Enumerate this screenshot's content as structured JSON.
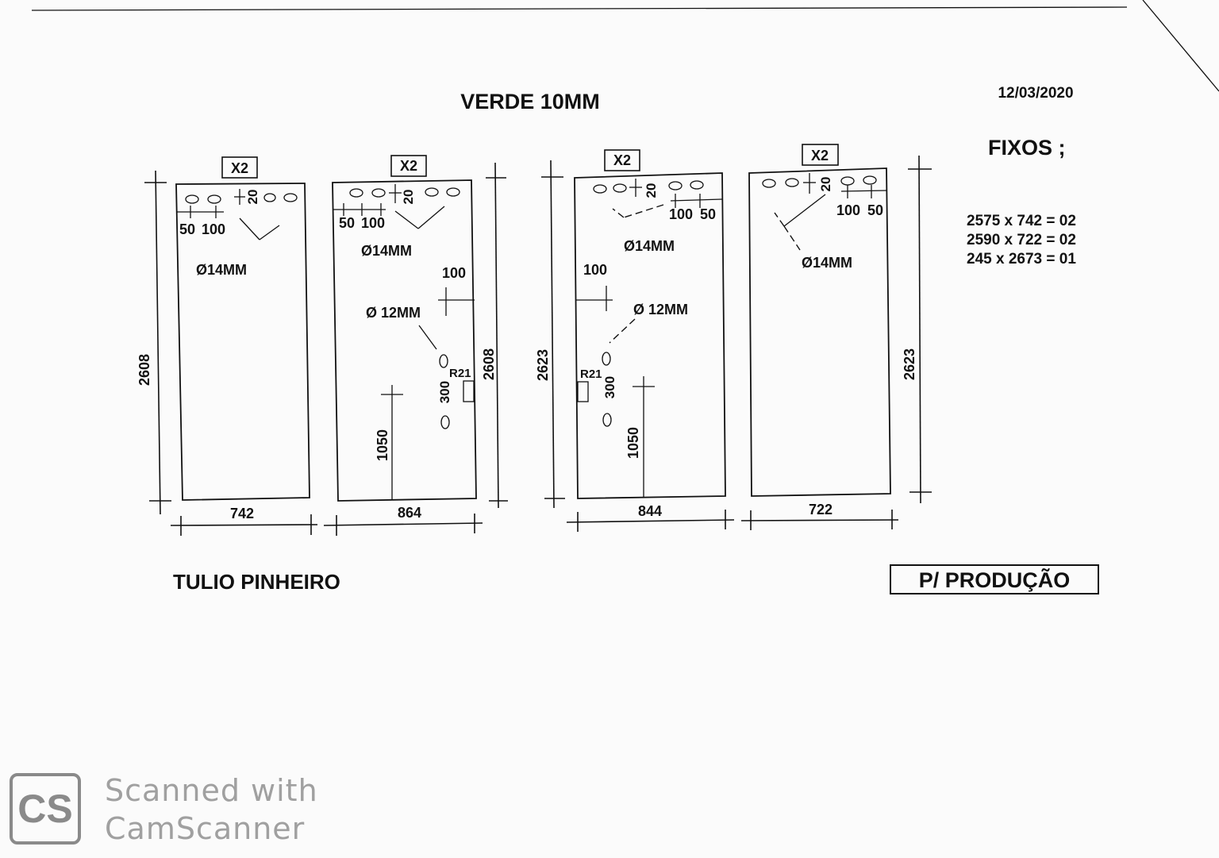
{
  "header": {
    "title": "VERDE 10MM",
    "date": "12/03/2020"
  },
  "fixos": {
    "heading": "FIXOS ;",
    "lines": [
      "2575 x 742 = 02",
      "2590 x 722 = 02",
      "245 x 2673 = 01"
    ]
  },
  "panels": [
    {
      "qty": "X2",
      "width_label": "742",
      "height_label": "2608",
      "top_dims": [
        "50",
        "100",
        "20"
      ],
      "hole_label": "Ø14MM"
    },
    {
      "qty": "X2",
      "width_label": "864",
      "height_label": "2608",
      "top_dims": [
        "50",
        "100",
        "20"
      ],
      "hole_label": "Ø14MM",
      "lock_offset": "100",
      "lock_label": "Ø 12MM",
      "radius_label": "R21",
      "spacing_label": "300",
      "handle_height": "1050"
    },
    {
      "qty": "X2",
      "width_label": "844",
      "height_label": "2623",
      "top_dims": [
        "100",
        "50",
        "20"
      ],
      "hole_label": "Ø14MM",
      "lock_offset": "100",
      "lock_label": "Ø 12MM",
      "radius_label": "R21",
      "spacing_label": "300",
      "handle_height": "1050"
    },
    {
      "qty": "X2",
      "width_label": "722",
      "height_label": "2623",
      "top_dims": [
        "100",
        "50",
        "20"
      ],
      "hole_label": "Ø14MM"
    }
  ],
  "footer": {
    "author": "TULIO PINHEIRO",
    "stamp": "P/ PRODUÇÃO"
  },
  "watermark": {
    "logo": "CS",
    "line1": "Scanned with",
    "line2": "CamScanner"
  }
}
